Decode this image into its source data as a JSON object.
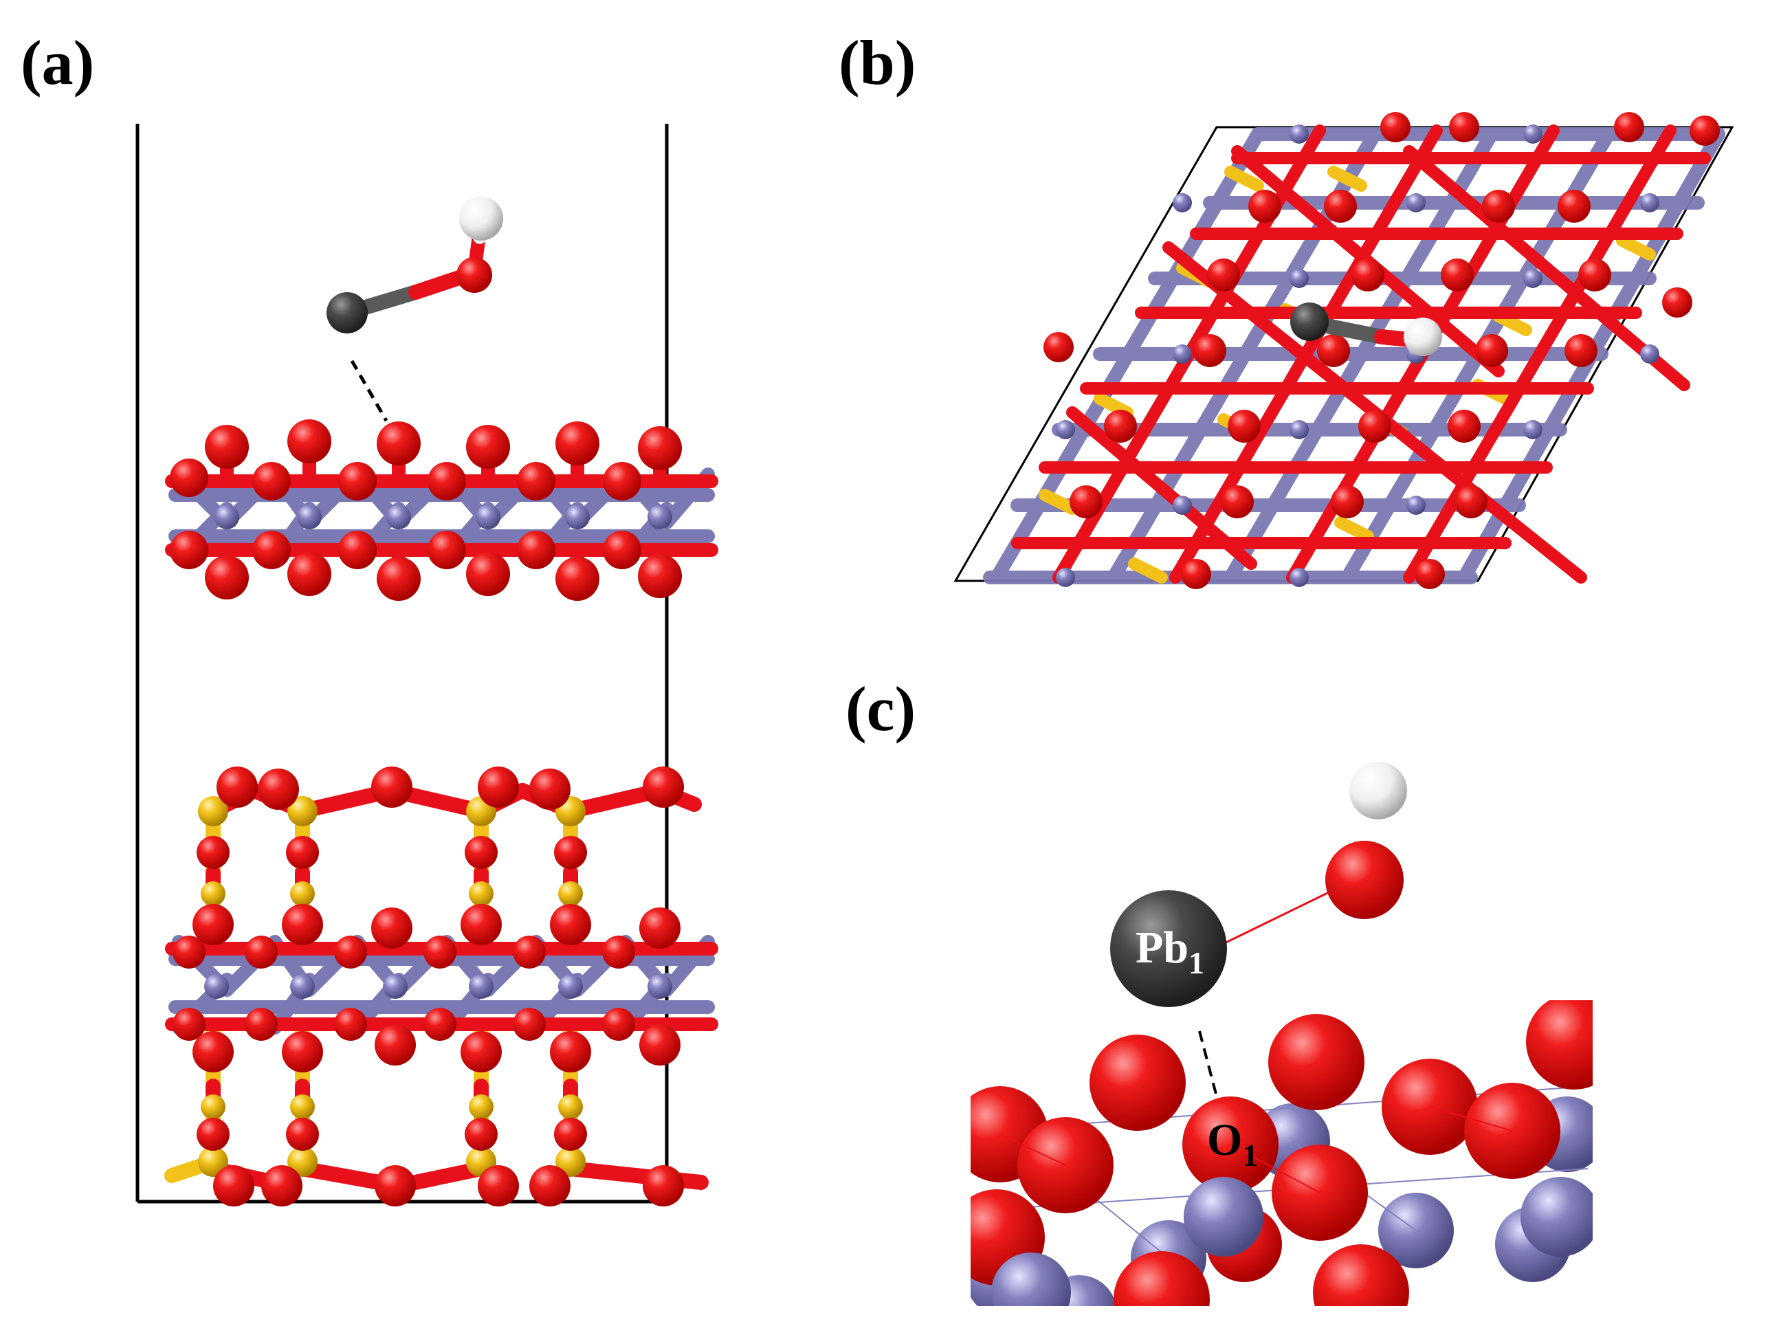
{
  "panels": {
    "a": {
      "label": "(a)"
    },
    "b": {
      "label": "(b)"
    },
    "c": {
      "label": "(c)"
    }
  },
  "atom_labels": {
    "pb": {
      "base": "Pb",
      "sub": "1"
    },
    "o": {
      "base": "O",
      "sub": "1"
    }
  },
  "colors": {
    "oxygen": "#e8101a",
    "metal": "#7b79b3",
    "sulfur": "#f2c21a",
    "lead": "#4a4a4a",
    "hydrogen": "#f2f2f2",
    "cell": "#000000"
  }
}
